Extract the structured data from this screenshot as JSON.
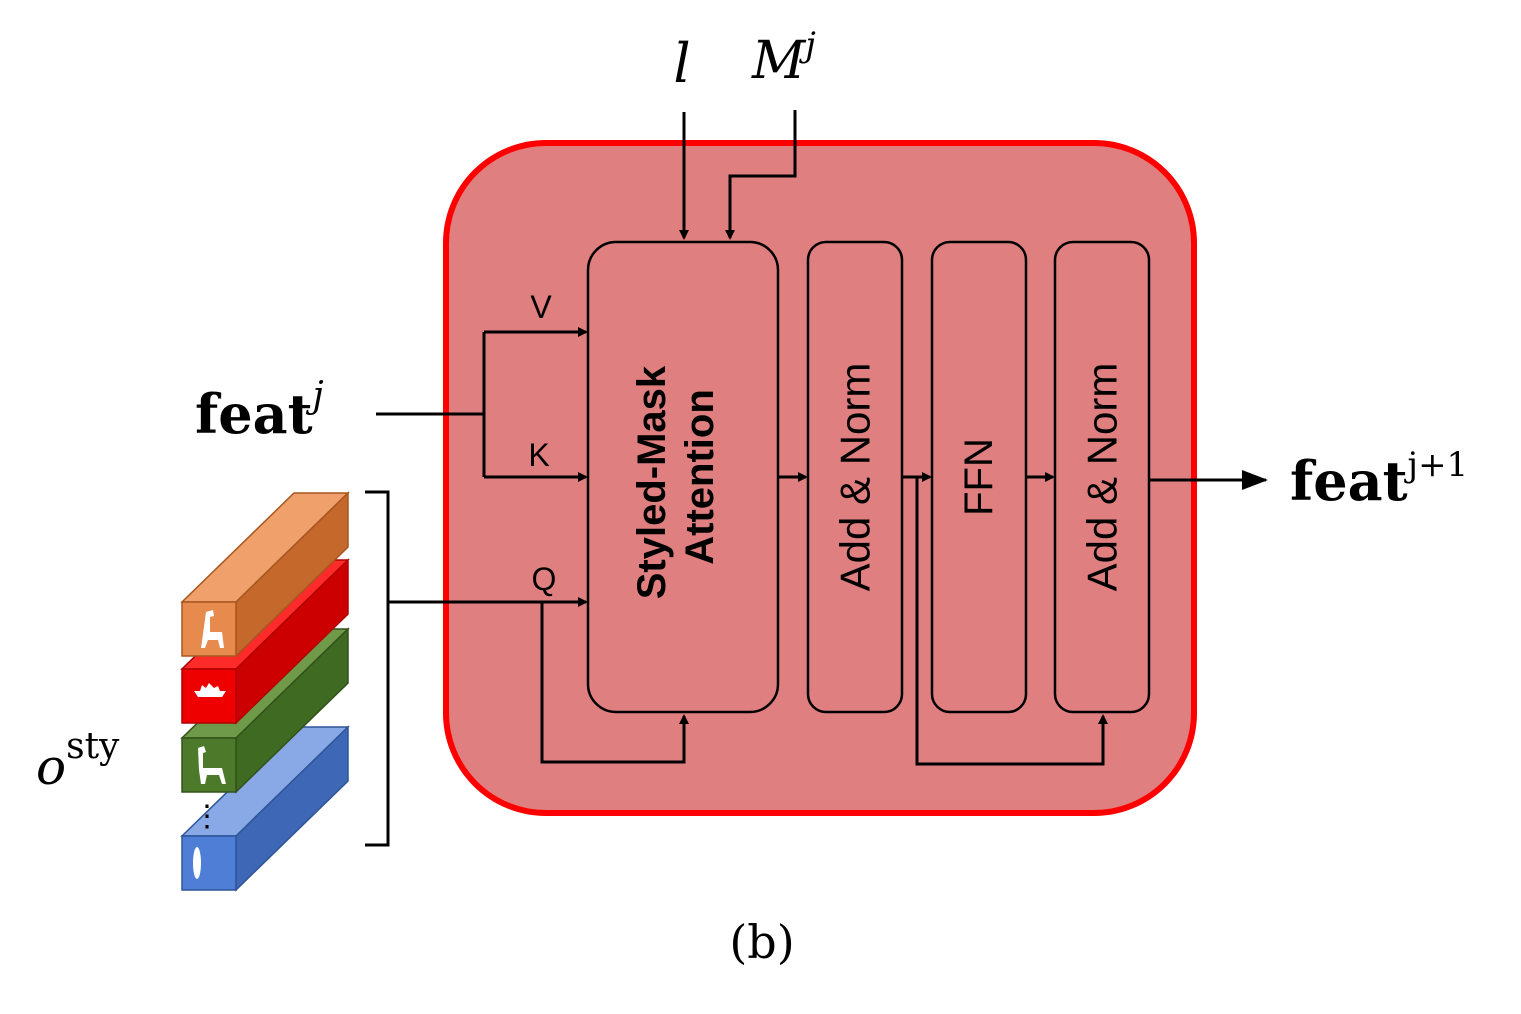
{
  "inputs": {
    "l": "l",
    "m_base": "M",
    "m_sup": "j"
  },
  "feat_in": {
    "base": "feat",
    "sup": "j"
  },
  "feat_out": {
    "base": "feat",
    "sup": "j+1"
  },
  "style_tokens": {
    "base": "o",
    "sup": "sty",
    "ellipsis": "⋮"
  },
  "qkv": {
    "v": "V",
    "k": "K",
    "q": "Q"
  },
  "blocks": {
    "attention_line1": "Styled-Mask",
    "attention_line2": "Attention",
    "add_norm_1": "Add & Norm",
    "ffn": "FFN",
    "add_norm_2": "Add & Norm"
  },
  "caption": "(b)",
  "colors": {
    "module_fill": "#e07f7f",
    "module_border": "#ff0000",
    "token_orange": "#e68a4e",
    "token_red": "#ee0000",
    "token_green": "#4d7a2a",
    "token_blue": "#4f7ed6"
  }
}
